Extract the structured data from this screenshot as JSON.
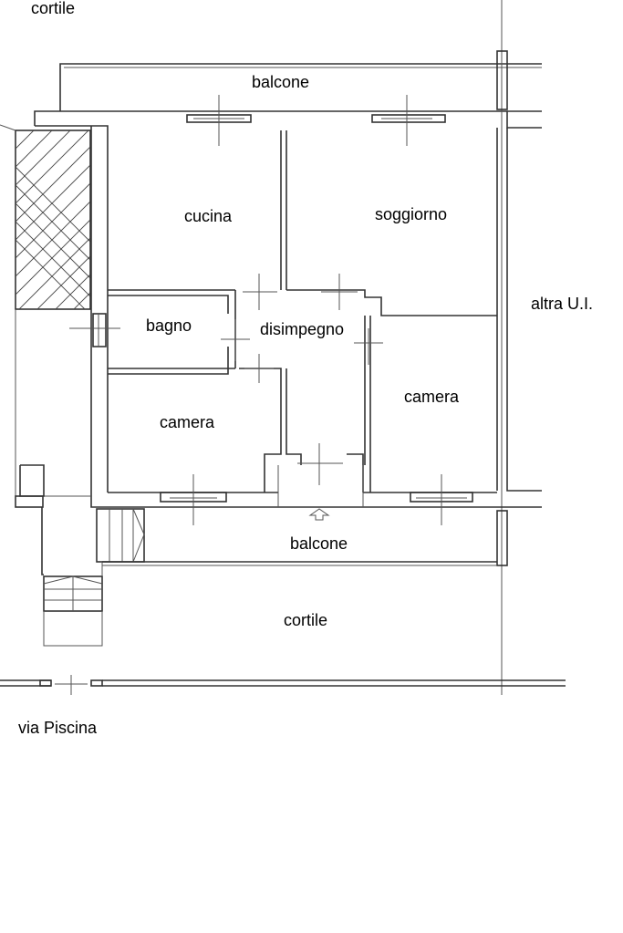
{
  "labels": {
    "cortile_top": "cortile",
    "balcone_top": "balcone",
    "cucina": "cucina",
    "soggiorno": "soggiorno",
    "altra_ui": "altra U.I.",
    "bagno": "bagno",
    "disimpegno": "disimpegno",
    "camera_left": "camera",
    "camera_right": "camera",
    "balcone_bottom": "balcone",
    "cortile_bottom": "cortile",
    "via": "via Piscina"
  },
  "colors": {
    "line": "#333333",
    "background": "#ffffff",
    "text": "#000000"
  }
}
